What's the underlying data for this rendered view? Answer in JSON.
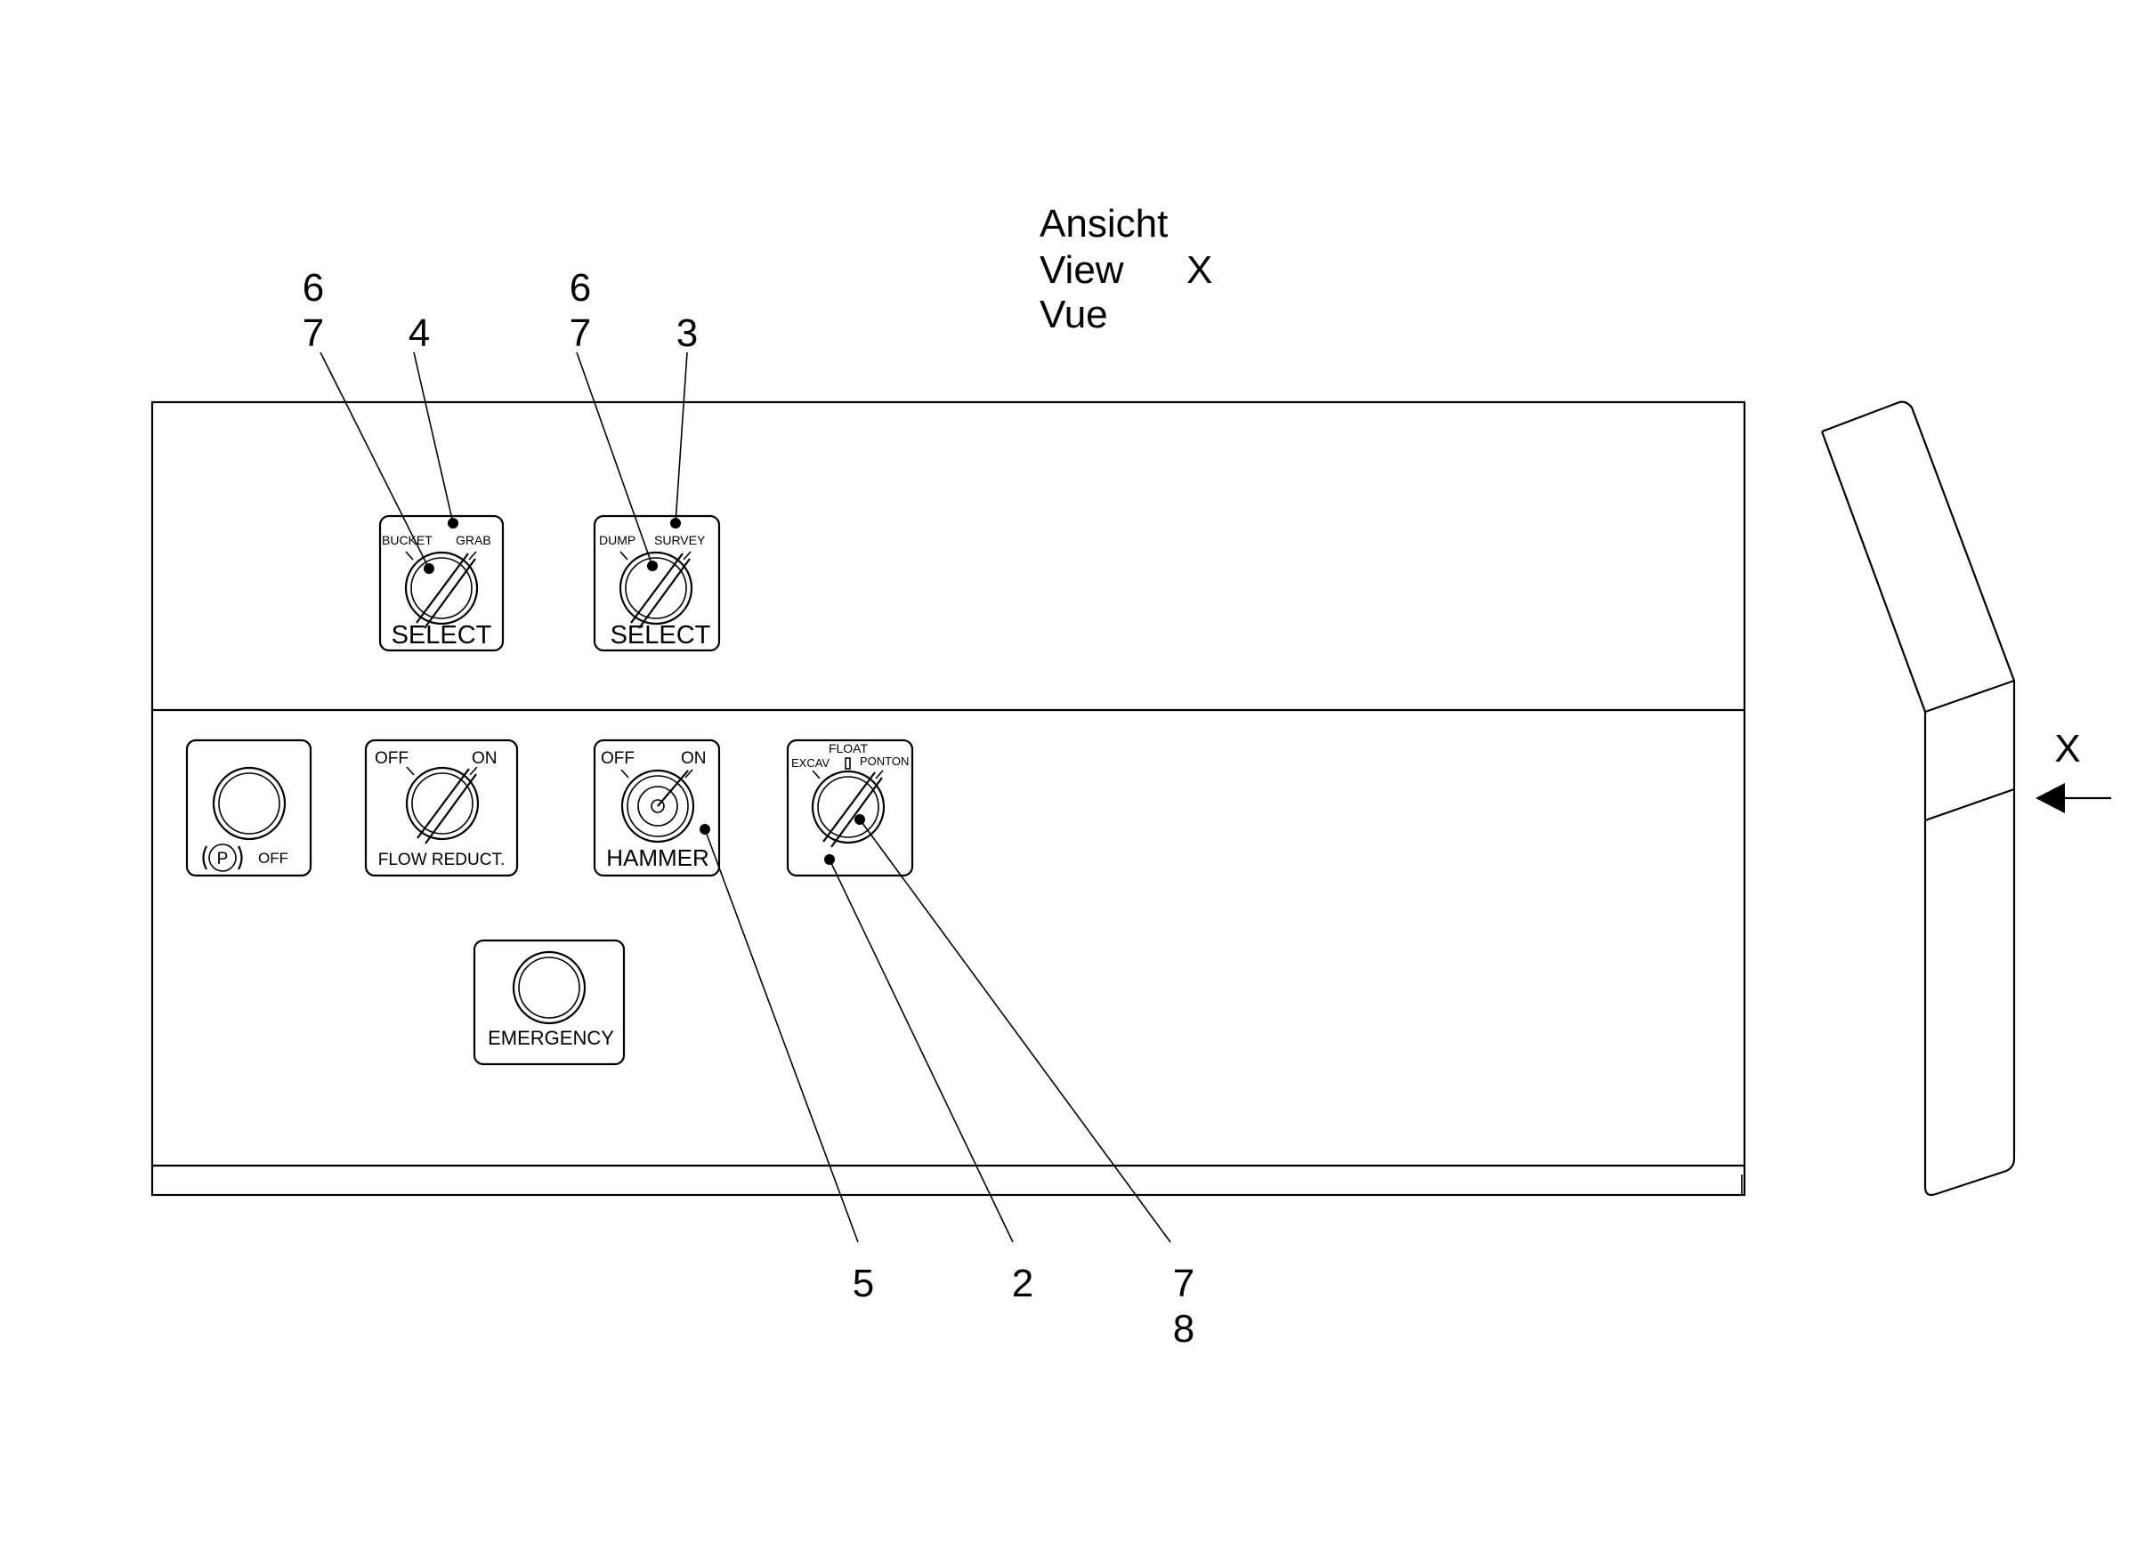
{
  "view_label": {
    "line1": "Ansicht",
    "line2": "View",
    "line3": "Vue",
    "letter": "X"
  },
  "side_view": {
    "arrow_letter": "X"
  },
  "switches": {
    "bucket_grab": {
      "left": "BUCKET",
      "right": "GRAB",
      "name": "SELECT"
    },
    "dump_survey": {
      "left": "DUMP",
      "right": "SURVEY",
      "name": "SELECT"
    },
    "parking": {
      "symbol": "P",
      "state": "OFF"
    },
    "flow_reduct": {
      "left": "OFF",
      "right": "ON",
      "name": "FLOW REDUCT."
    },
    "hammer": {
      "left": "OFF",
      "right": "ON",
      "name": "HAMMER"
    },
    "float": {
      "top": "FLOAT",
      "left": "EXCAV",
      "right": "PONTON"
    },
    "emergency": {
      "name": "EMERGENCY"
    }
  },
  "callouts": {
    "a": "6",
    "b": "7",
    "c": "4",
    "d": "6",
    "e": "7",
    "f": "3",
    "g": "5",
    "h": "2",
    "i": "7",
    "j": "8"
  }
}
